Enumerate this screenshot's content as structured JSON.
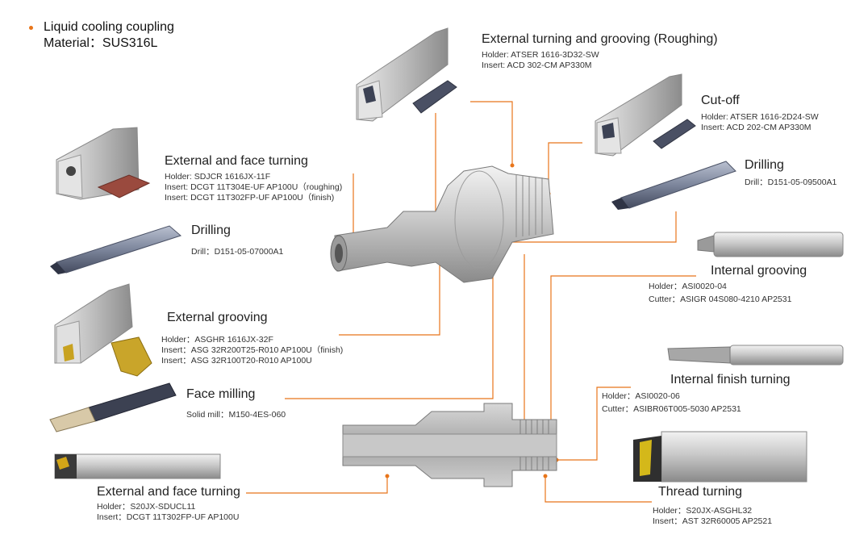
{
  "header": {
    "product": "Liquid cooling coupling",
    "material": "Material：SUS316L"
  },
  "accent_color": "#e8751a",
  "operations": [
    {
      "title": "External turning and grooving (Roughing)",
      "lines": [
        "Holder: ATSER 1616-3D32-SW",
        "Insert: ACD 302-CM AP330M"
      ]
    },
    {
      "title": "Cut-off",
      "lines": [
        "Holder: ATSER 1616-2D24-SW",
        "Insert: ACD 202-CM AP330M"
      ]
    },
    {
      "title": "Drilling",
      "lines": [
        "Drill：D151-05-09500A1"
      ]
    },
    {
      "title": "External and face turning",
      "lines": [
        "Holder: SDJCR 1616JX-11F",
        "Insert: DCGT 11T304E-UF AP100U（roughing)",
        "Insert: DCGT 11T302FP-UF AP100U（finish)"
      ]
    },
    {
      "title": "Drilling",
      "lines": [
        "Drill：D151-05-07000A1"
      ]
    },
    {
      "title": "Internal grooving",
      "lines": [
        "Holder：ASI0020-04",
        "Cutter：ASIGR 04S080-4210 AP2531"
      ]
    },
    {
      "title": "External grooving",
      "lines": [
        "Holder：ASGHR 1616JX-32F",
        "Insert：ASG 32R200T25-R010 AP100U（finish)",
        "Insert：ASG 32R100T20-R010 AP100U"
      ]
    },
    {
      "title": "Internal finish turning",
      "lines": [
        "Holder：ASI0020-06",
        "Cutter：ASIBR06T005-5030 AP2531"
      ]
    },
    {
      "title": "Face milling",
      "lines": [
        "Solid mill：M150-4ES-060"
      ]
    },
    {
      "title": "Thread turning",
      "lines": [
        "Holder：S20JX-ASGHL32",
        "Insert：AST 32R60005 AP2521"
      ]
    },
    {
      "title": "External and face turning",
      "lines": [
        "Holder：S20JX-SDUCL11",
        "Insert：DCGT 11T302FP-UF AP100U"
      ]
    }
  ]
}
